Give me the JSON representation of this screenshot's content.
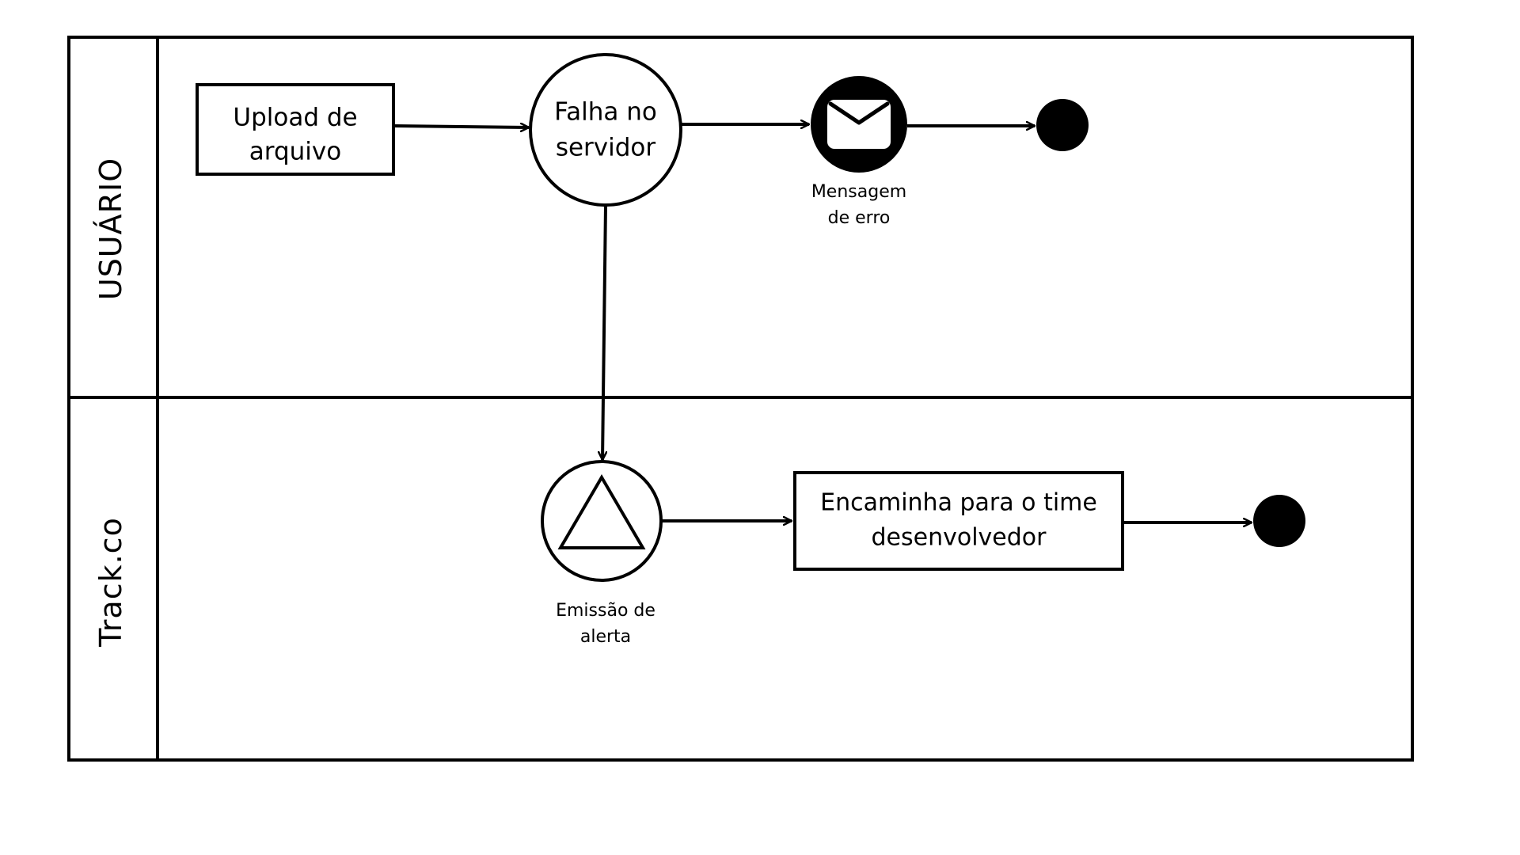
{
  "pool": {
    "lanes": [
      {
        "label": "USUÁRIO"
      },
      {
        "label": "Track.co"
      }
    ]
  },
  "nodes": {
    "upload": {
      "line1": "Upload de",
      "line2": "arquivo"
    },
    "falha": {
      "line1": "Falha no",
      "line2": "servidor"
    },
    "mensagem": {
      "line1": "Mensagem",
      "line2": "de erro",
      "icon": "envelope-icon"
    },
    "emissao": {
      "line1": "Emissão de",
      "line2": "alerta",
      "icon": "triangle-icon"
    },
    "encaminha": {
      "line1": "Encaminha para o time",
      "line2": "desenvolvedor"
    }
  },
  "colors": {
    "stroke": "#000000",
    "background": "#ffffff"
  }
}
